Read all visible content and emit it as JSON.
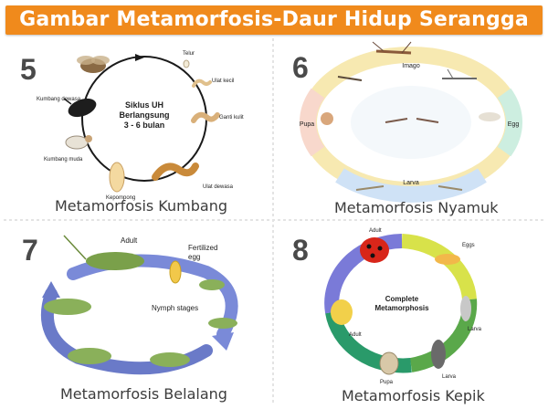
{
  "header": {
    "title": "Gambar Metamorfosis-Daur Hidup Serangga",
    "color": "#f08a1c"
  },
  "panels": [
    {
      "number": "5",
      "caption": "Metamorfosis Kumbang",
      "center_title": "Siklus UH",
      "center_line2": "Berlangsung",
      "center_line3": "3 - 6 bulan",
      "labels": {
        "telur": "Telur",
        "ulat_kecil": "Ulat kecil",
        "ganti_kulit": "Ganti kulit",
        "ulat_dewasa": "Ulat dewasa",
        "kepompong": "Kepompong",
        "kumbang_muda": "Kumbang muda",
        "kumbang_dewasa": "Kumbang dewasa"
      }
    },
    {
      "number": "6",
      "caption": "Metamorfosis Nyamuk",
      "labels": {
        "imago": "Imago",
        "egg": "Egg",
        "larva": "Larva",
        "pupa": "Pupa"
      }
    },
    {
      "number": "7",
      "caption": "Metamorfosis Belalang",
      "labels": {
        "adult": "Adult",
        "fertilized": "Fertilized",
        "egg": "egg",
        "nymph": "Nymph stages"
      }
    },
    {
      "number": "8",
      "caption": "Metamorfosis Kepik",
      "labels": {
        "complete": "Complete",
        "metamorphosis": "Metamorphosis",
        "adult_top": "Adult",
        "eggs": "Eggs",
        "larva_right": "Larva",
        "larva_bottom": "Larva",
        "pupa": "Pupa",
        "adult_left": "Adult"
      }
    }
  ]
}
